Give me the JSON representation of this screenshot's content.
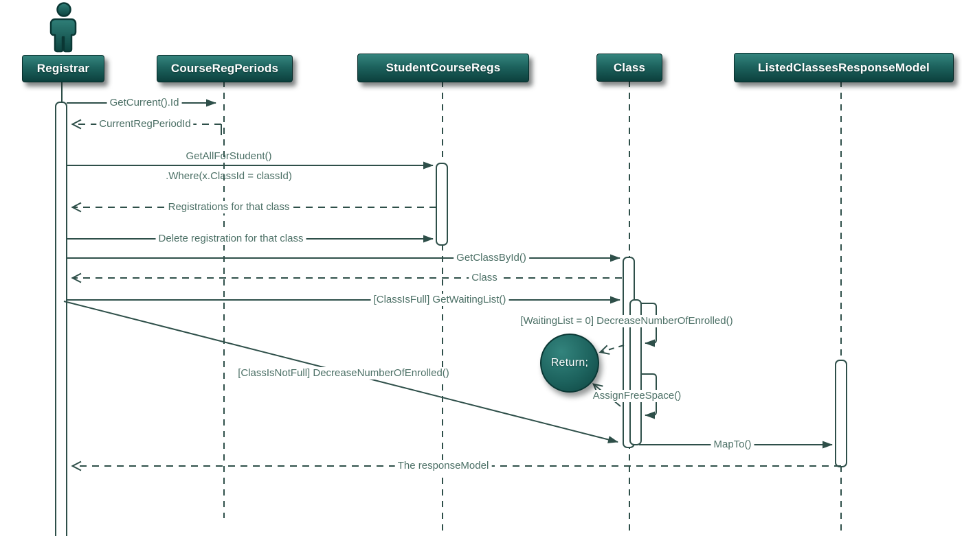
{
  "diagram": {
    "type": "uml-sequence-diagram",
    "colors": {
      "node_fill_top": "#35857e",
      "node_fill_bottom": "#0c403d",
      "line": "#2e4f49",
      "message_text": "#4c7066",
      "node_text": "#ffffff",
      "background": "#ffffff"
    }
  },
  "participants": [
    {
      "name": "Registrar",
      "kind": "actor"
    },
    {
      "name": "CourseRegPeriods",
      "kind": "object"
    },
    {
      "name": "StudentCourseRegs",
      "kind": "object"
    },
    {
      "name": "Class",
      "kind": "object"
    },
    {
      "name": "ListedClassesResponseModel",
      "kind": "object"
    }
  ],
  "messages": [
    {
      "label": "GetCurrent().Id",
      "from": "Registrar",
      "to": "CourseRegPeriods",
      "type": "sync"
    },
    {
      "label": "CurrentRegPeriodId",
      "from": "CourseRegPeriods",
      "to": "Registrar",
      "type": "return"
    },
    {
      "label": "GetAllForStudent()",
      "label2": ".Where(x.ClassId = classId)",
      "from": "Registrar",
      "to": "StudentCourseRegs",
      "type": "sync"
    },
    {
      "label": "Registrations for that class",
      "from": "StudentCourseRegs",
      "to": "Registrar",
      "type": "return"
    },
    {
      "label": "Delete registration for that class",
      "from": "Registrar",
      "to": "StudentCourseRegs",
      "type": "sync"
    },
    {
      "label": "GetClassById()",
      "from": "Registrar",
      "to": "Class",
      "type": "sync"
    },
    {
      "label": "Class",
      "from": "Class",
      "to": "Registrar",
      "type": "return"
    },
    {
      "label": "[ClassIsFull] GetWaitingList()",
      "from": "Registrar",
      "to": "Class",
      "type": "sync"
    },
    {
      "label": "[WaitingList = 0] DecreaseNumberOfEnrolled()",
      "from": "Class",
      "to": "Class",
      "type": "self"
    },
    {
      "label": "Return;",
      "type": "terminator"
    },
    {
      "label": "AssignFreeSpace()",
      "from": "Class",
      "to": "Class",
      "type": "self"
    },
    {
      "label": "[ClassIsNotFull] DecreaseNumberOfEnrolled()",
      "from": "Registrar",
      "to": "Class",
      "type": "sync"
    },
    {
      "label": "MapTo()",
      "from": "Class",
      "to": "ListedClassesResponseModel",
      "type": "sync"
    },
    {
      "label": "The responseModel",
      "from": "ListedClassesResponseModel",
      "to": "Registrar",
      "type": "return"
    }
  ]
}
